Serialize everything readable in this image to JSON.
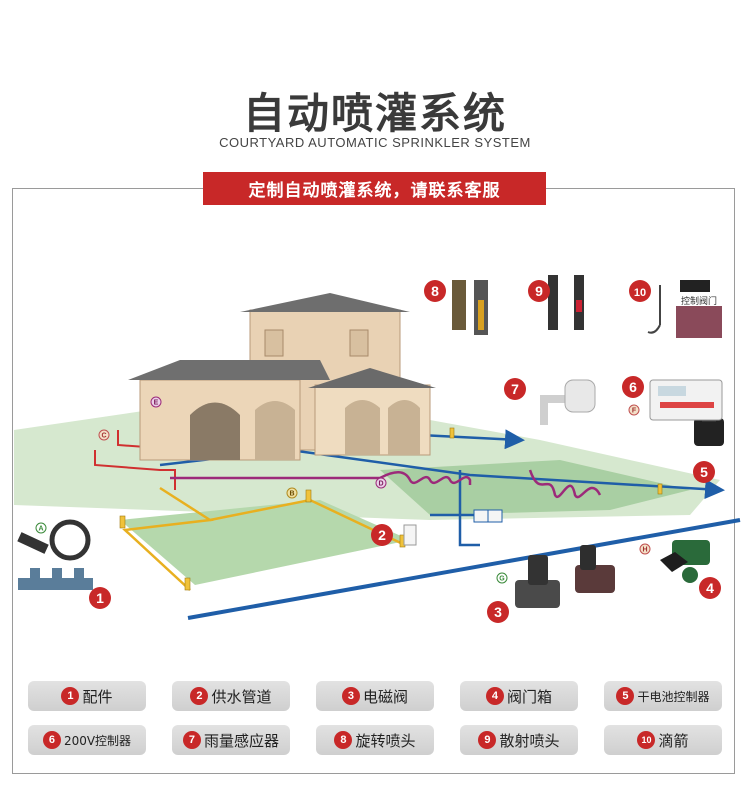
{
  "header": {
    "title": "自动喷灌系统",
    "subtitle": "COURTYARD AUTOMATIC SPRINKLER SYSTEM",
    "banner": "定制自动喷灌系统，请联系客服"
  },
  "colors": {
    "brand_red": "#c82828",
    "lawn": "#cfe3c8",
    "lawn_dark": "#a9cfa3",
    "pipe_blue": "#1f5ea8",
    "pipe_red": "#d03030",
    "pipe_purple": "#9c2a7a",
    "pipe_yellow": "#e8b020"
  },
  "diagram": {
    "markers": [
      "1",
      "2",
      "3",
      "4",
      "5",
      "6",
      "7",
      "8",
      "9",
      "10"
    ],
    "letters": [
      "A",
      "B",
      "C",
      "D",
      "E",
      "F",
      "G",
      "H"
    ],
    "valve_label": "控制阀门"
  },
  "legend": [
    {
      "num": "1",
      "label": "配件"
    },
    {
      "num": "2",
      "label": "供水管道"
    },
    {
      "num": "3",
      "label": "电磁阀"
    },
    {
      "num": "4",
      "label": "阀门箱"
    },
    {
      "num": "5",
      "label": "干电池控制器"
    },
    {
      "num": "6",
      "label": "200V控制器"
    },
    {
      "num": "7",
      "label": "雨量感应器"
    },
    {
      "num": "8",
      "label": "旋转喷头"
    },
    {
      "num": "9",
      "label": "散射喷头"
    },
    {
      "num": "10",
      "label": "滴箭"
    }
  ]
}
